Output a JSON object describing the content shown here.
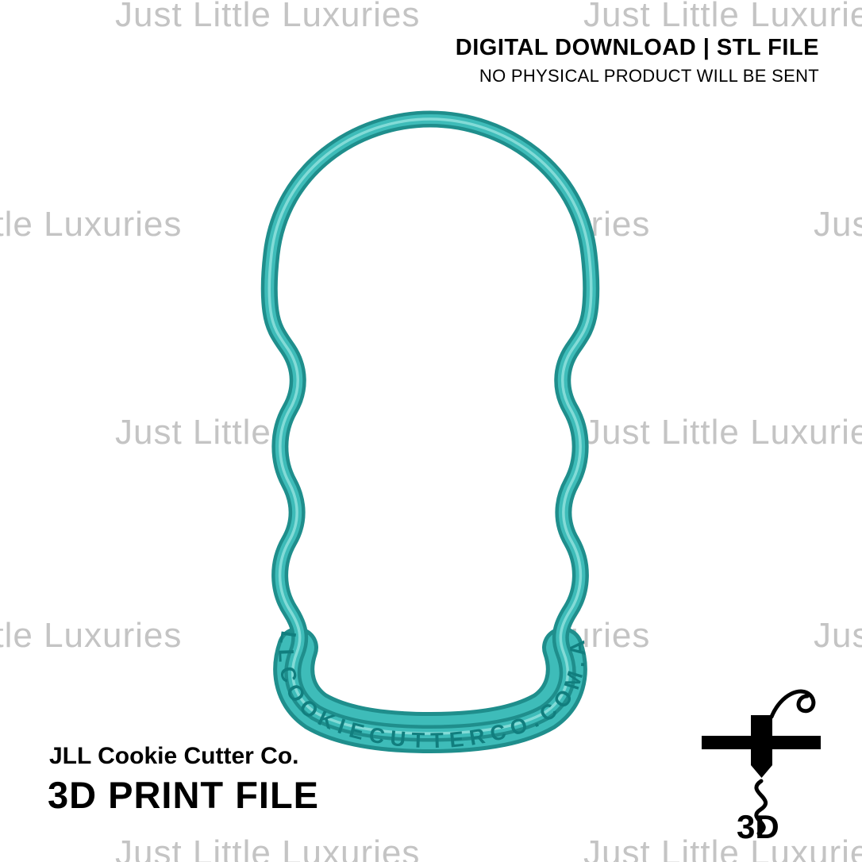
{
  "watermark": {
    "text": "Just Little Luxuries"
  },
  "header": {
    "title": "DIGITAL DOWNLOAD | STL FILE",
    "subtitle": "NO PHYSICAL PRODUCT WILL BE SENT"
  },
  "cutter": {
    "embossed_text": "JLLCOOKIECUTTERCO.COM.AU"
  },
  "footer": {
    "brand": "JLL Cookie Cutter Co.",
    "title": "3D PRINT FILE"
  },
  "printer_icon": {
    "label": "3D"
  },
  "colors": {
    "teal_main": "#3EBCB9",
    "teal_dark": "#1F8E8C",
    "teal_light": "#8EE0DC",
    "teal_text": "#117E7E",
    "watermark_gray": "#C4C4C4",
    "text_black": "#000000"
  }
}
